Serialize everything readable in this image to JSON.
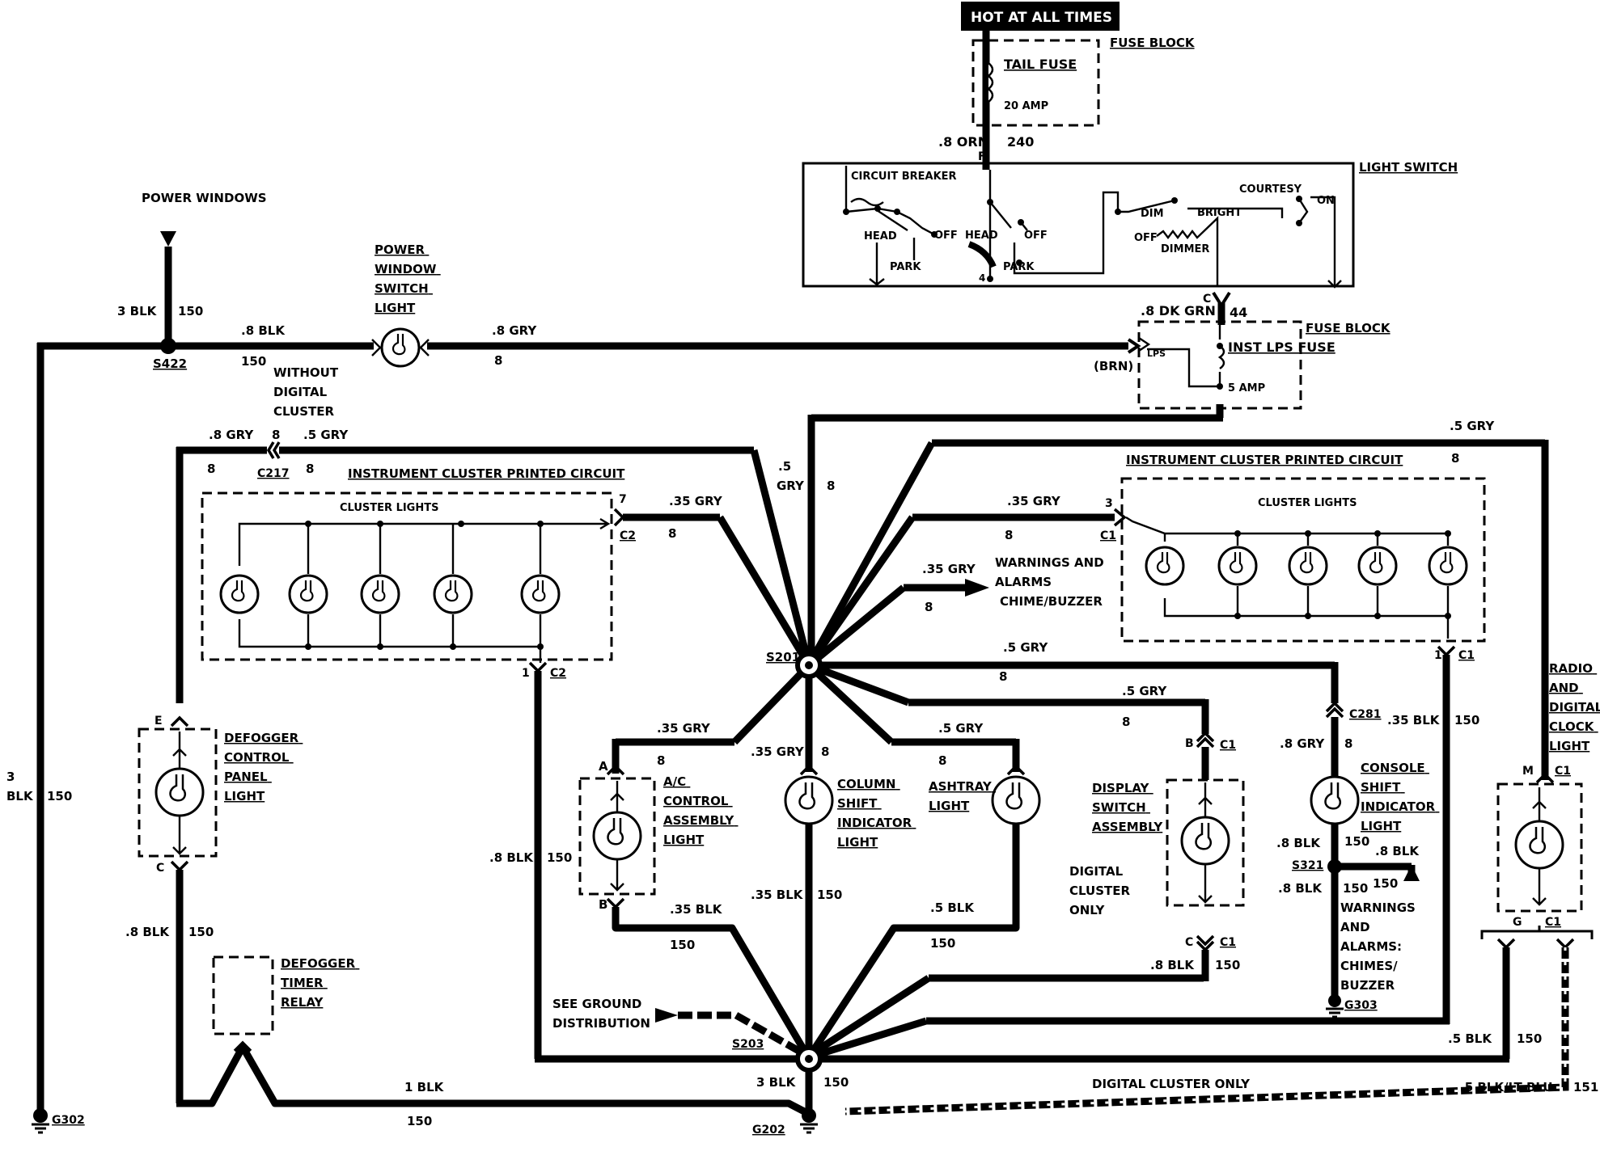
{
  "hot_banner": "HOT AT ALL TIMES",
  "fuse_block_top": {
    "title": "FUSE BLOCK",
    "fuse": "TAIL FUSE",
    "rating": "20 AMP"
  },
  "fuse_block_mid": {
    "title": "FUSE BLOCK",
    "fuse": "INST LPS FUSE",
    "rating": "5 AMP",
    "lps": "LPS",
    "brn": "(BRN)"
  },
  "light_switch": {
    "title": "LIGHT SWITCH",
    "circuit_breaker": "CIRCUIT BREAKER",
    "head1": "HEAD",
    "off1": "OFF",
    "park1": "PARK",
    "head2": "HEAD",
    "off2": "OFF",
    "park2": "PARK",
    "dim": "DIM",
    "bright": "BRIGHT",
    "off3": "OFF",
    "dimmer": "DIMMER",
    "courtesy": "COURTESY",
    "on": "ON",
    "pin4": "4",
    "pinF": "F",
    "pinC": "C"
  },
  "power_windows": "POWER WINDOWS",
  "power_window_switch_light": "POWER WINDOW SWITCH LIGHT",
  "without_digital_cluster": "WITHOUT DIGITAL CLUSTER",
  "left_cluster": {
    "title": "INSTRUMENT CLUSTER PRINTED CIRCUIT",
    "lights": "CLUSTER LIGHTS"
  },
  "right_cluster": {
    "title": "INSTRUMENT CLUSTER PRINTED CIRCUIT",
    "lights": "CLUSTER LIGHTS"
  },
  "warnings_alarms_chime": "WARNINGS AND ALARMS CHIME/BUZZER",
  "defogger_control_panel_light": "DEFOGGER CONTROL PANEL LIGHT",
  "defogger_timer_relay": "DEFOGGER TIMER RELAY",
  "ac_control_assembly_light": "A/C CONTROL ASSEMBLY LIGHT",
  "column_shift_indicator_light": "COLUMN SHIFT INDICATOR LIGHT",
  "ashtray_light": "ASHTRAY LIGHT",
  "display_switch_assembly": "DISPLAY SWITCH ASSEMBLY",
  "digital_cluster_only_1": "DIGITAL CLUSTER ONLY",
  "console_shift_indicator_light": "CONSOLE SHIFT INDICATOR LIGHT",
  "warnings_alarms_chimes_buzzer": "WARNINGS AND ALARMS: CHIMES/ BUZZER",
  "radio_digital_clock_light": "RADIO AND DIGITAL CLOCK LIGHT",
  "see_ground_distribution": "SEE GROUND DISTRIBUTION",
  "digital_cluster_only_2": "DIGITAL CLUSTER ONLY",
  "splices": {
    "s422": "S422",
    "s201": "S201",
    "s203": "S203",
    "s321": "S321"
  },
  "grounds": {
    "g302": "G302",
    "g202": "G202",
    "g303": "G303"
  },
  "connectors": {
    "c217": "C217",
    "c2": "C2",
    "c1": "C1",
    "c281": "C281"
  },
  "pins": {
    "e": "E",
    "c": "C",
    "a": "A",
    "b": "B",
    "m": "M",
    "g": "G",
    "seven": "7",
    "three": "3",
    "one": "1",
    "eight": "8"
  },
  "wire_labels": {
    "orn_08": ".8 ORN",
    "c240": "240",
    "dkgrn_08": ".8 DK GRN",
    "c44": "44",
    "blk_3": "3 BLK",
    "c150": "150",
    "blk_08": ".8 BLK",
    "gry_08": ".8 GRY",
    "c8": "8",
    "gry_05": ".5 GRY",
    "gry_5": ".5",
    "gry": "GRY",
    "gry_035": ".35 GRY",
    "blk_035": ".35 BLK",
    "blk_05": ".5 BLK",
    "blk_1": "1 BLK",
    "blk_3_v": "3",
    "blk_v": "BLK",
    "blkltblu": ".5 BLK/LT BLU",
    "c151": "151"
  }
}
